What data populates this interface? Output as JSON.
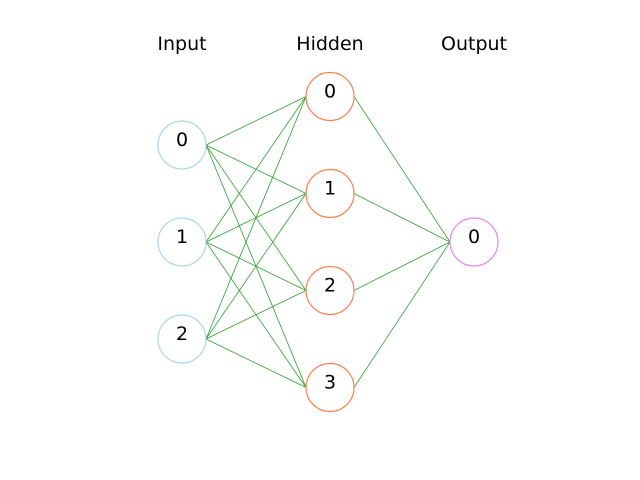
{
  "diagram": {
    "layers": [
      {
        "title": "Input",
        "color": "#add8e6",
        "nodes": [
          "0",
          "1",
          "2"
        ]
      },
      {
        "title": "Hidden",
        "color": "#ff7f50",
        "nodes": [
          "0",
          "1",
          "2",
          "3"
        ]
      },
      {
        "title": "Output",
        "color": "#ee82ee",
        "nodes": [
          "0"
        ]
      }
    ],
    "edge_color": "#2ca02c",
    "connectivity": "fully-connected between adjacent layers"
  }
}
